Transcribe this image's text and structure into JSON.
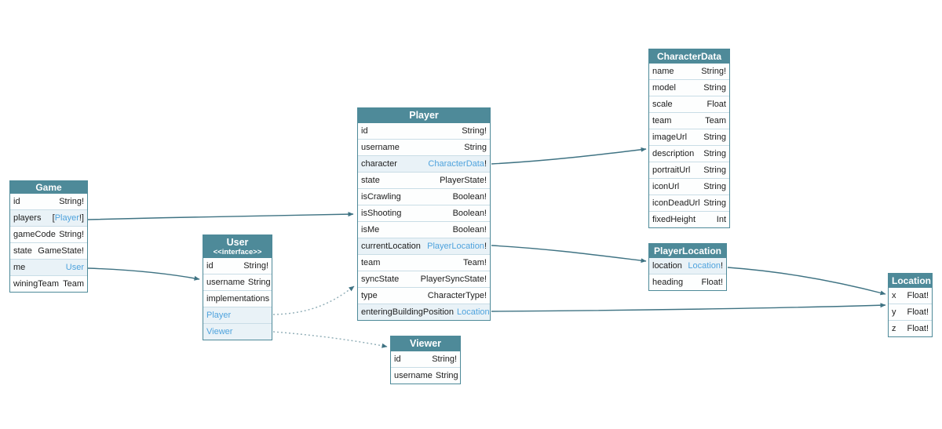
{
  "diagram": {
    "colors": {
      "header_bg": "#4e8a99",
      "table_border": "#4e8a99",
      "row_highlight": "#e9f2f7",
      "link_text": "#4fa3dd",
      "arrow": "#3f7383",
      "dotted_edge": "#8fadb6"
    },
    "tables": [
      {
        "title": "Game",
        "fields": [
          {
            "name": "id",
            "type": "String!"
          },
          {
            "name": "players",
            "pre": "[",
            "link": "Player",
            "post": "!]"
          },
          {
            "name": "gameCode",
            "type": "String!"
          },
          {
            "name": "state",
            "type": "GameState!"
          },
          {
            "name": "me",
            "link": "User"
          },
          {
            "name": "winingTeam",
            "type": "Team"
          }
        ]
      },
      {
        "title": "User",
        "stereotype": "<<interface>>",
        "fields": [
          {
            "name": "id",
            "type": "String!"
          },
          {
            "name": "username",
            "type": "String"
          },
          {
            "name": "implementations",
            "type": ""
          },
          {
            "name": "Player",
            "type": ""
          },
          {
            "name": "Viewer",
            "type": ""
          }
        ]
      },
      {
        "title": "Player",
        "fields": [
          {
            "name": "id",
            "type": "String!"
          },
          {
            "name": "username",
            "type": "String"
          },
          {
            "name": "character",
            "link": "CharacterData",
            "post": "!"
          },
          {
            "name": "state",
            "type": "PlayerState!"
          },
          {
            "name": "isCrawling",
            "type": "Boolean!"
          },
          {
            "name": "isShooting",
            "type": "Boolean!"
          },
          {
            "name": "isMe",
            "type": "Boolean!"
          },
          {
            "name": "currentLocation",
            "link": "PlayerLocation",
            "post": "!"
          },
          {
            "name": "team",
            "type": "Team!"
          },
          {
            "name": "syncState",
            "type": "PlayerSyncState!"
          },
          {
            "name": "type",
            "type": "CharacterType!"
          },
          {
            "name": "enteringBuildingPosition",
            "link": "Location"
          }
        ]
      },
      {
        "title": "CharacterData",
        "fields": [
          {
            "name": "name",
            "type": "String!"
          },
          {
            "name": "model",
            "type": "String"
          },
          {
            "name": "scale",
            "type": "Float"
          },
          {
            "name": "team",
            "type": "Team"
          },
          {
            "name": "imageUrl",
            "type": "String"
          },
          {
            "name": "description",
            "type": "String"
          },
          {
            "name": "portraitUrl",
            "type": "String"
          },
          {
            "name": "iconUrl",
            "type": "String"
          },
          {
            "name": "iconDeadUrl",
            "type": "String"
          },
          {
            "name": "fixedHeight",
            "type": "Int"
          }
        ]
      },
      {
        "title": "PlayerLocation",
        "fields": [
          {
            "name": "location",
            "link": "Location",
            "post": "!"
          },
          {
            "name": "heading",
            "type": "Float!"
          }
        ]
      },
      {
        "title": "Location",
        "fields": [
          {
            "name": "x",
            "type": "Float!"
          },
          {
            "name": "y",
            "type": "Float!"
          },
          {
            "name": "z",
            "type": "Float!"
          }
        ]
      },
      {
        "title": "Viewer",
        "fields": [
          {
            "name": "id",
            "type": "String!"
          },
          {
            "name": "username",
            "type": "String"
          }
        ]
      }
    ],
    "edges": [
      {
        "from": "Game.players",
        "to": "Player",
        "style": "solid"
      },
      {
        "from": "Game.me",
        "to": "User",
        "style": "solid"
      },
      {
        "from": "User.Player",
        "to": "Player",
        "style": "dotted"
      },
      {
        "from": "User.Viewer",
        "to": "Viewer",
        "style": "dotted"
      },
      {
        "from": "Player.character",
        "to": "CharacterData",
        "style": "solid"
      },
      {
        "from": "Player.currentLocation",
        "to": "PlayerLocation",
        "style": "solid"
      },
      {
        "from": "Player.enteringBuildingPosition",
        "to": "Location",
        "style": "solid"
      },
      {
        "from": "PlayerLocation.location",
        "to": "Location",
        "style": "solid"
      }
    ]
  }
}
